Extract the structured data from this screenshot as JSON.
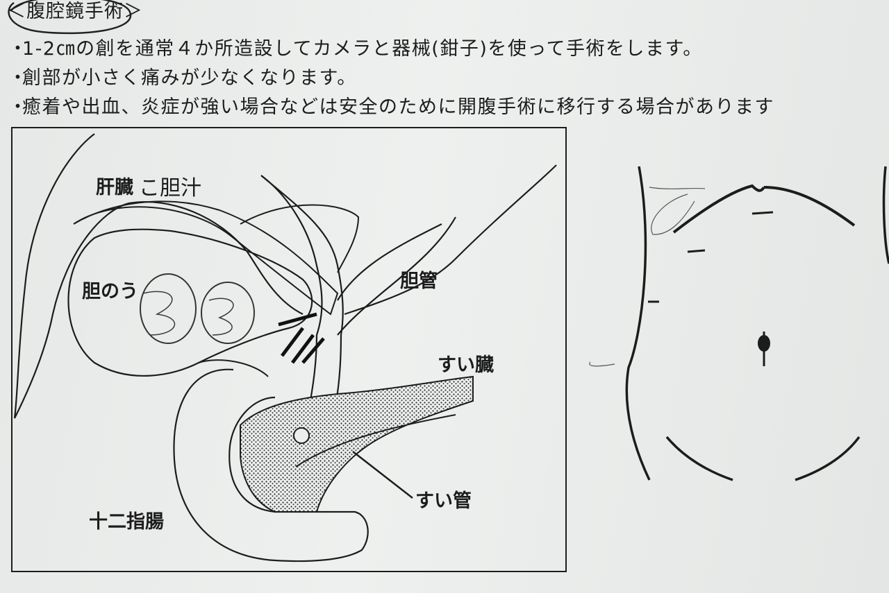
{
  "document": {
    "heading": "＜腹腔鏡手術＞",
    "top_right_fragment": "",
    "bullets": [
      "1-2㎝の創を通常４か所造設してカメラと器械(鉗子)を使って手術をします。",
      "創部が小さく痛みが少なくなります。",
      "癒着や出血、炎症が強い場合などは安全のために開腹手術に移行する場合があります"
    ],
    "bullet_marker": "・"
  },
  "diagram": {
    "labels": {
      "liver": "肝臓",
      "liver_handwritten": "こ胆汁",
      "gallbladder": "胆のう",
      "bile_duct": "胆管",
      "pancreas": "すい臓",
      "pancreatic_duct": "すい管",
      "duodenum": "十二指腸"
    }
  },
  "colors": {
    "paper": "#e9ebea",
    "ink": "#1c1c1c",
    "pencil": "#3a3a3a"
  }
}
